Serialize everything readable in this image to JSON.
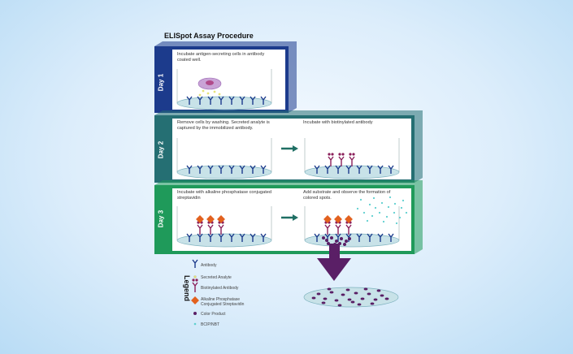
{
  "title": "ELISpot Assay Procedure",
  "days": [
    {
      "label": "Day 1",
      "color": "#1c3b8c",
      "steps": [
        "Incubate antigen-secreting cells in antibody coated well."
      ]
    },
    {
      "label": "Day 2",
      "color": "#256f73",
      "steps": [
        "Remove cells by washing. Secreted analyte is captured by the immobilized antibody.",
        "Incubate with biotinylated antibody"
      ]
    },
    {
      "label": "Day 3",
      "color": "#1f9a5a",
      "steps": [
        "Incubate with alkaline phosphatase conjugated streptavidin",
        "Add substrate and observe the formation of colored spots."
      ]
    }
  ],
  "legend": {
    "heading": "Legend",
    "items": [
      {
        "label": "Antibody",
        "icon": "antibody-icon"
      },
      {
        "label": "Secreted Analyte",
        "icon": "analyte-icon"
      },
      {
        "label": "Biotinylated Antibody",
        "icon": "biotinylated-antibody-icon"
      },
      {
        "label": "Alkaline Phosphatase Conjugated Streptavidin",
        "icon": "streptavidin-icon"
      },
      {
        "label": "Color Product",
        "icon": "color-product-icon"
      },
      {
        "label": "BCIP/NBT",
        "icon": "substrate-icon"
      }
    ]
  },
  "colors": {
    "antibody": "#1c3b8c",
    "analyte": "#e6e27a",
    "biotin_antibody": "#8a1f5a",
    "streptavidin": "#e2611f",
    "color_product": "#5a1f66",
    "substrate": "#5ecfcf",
    "well": "#c8e2e8"
  }
}
